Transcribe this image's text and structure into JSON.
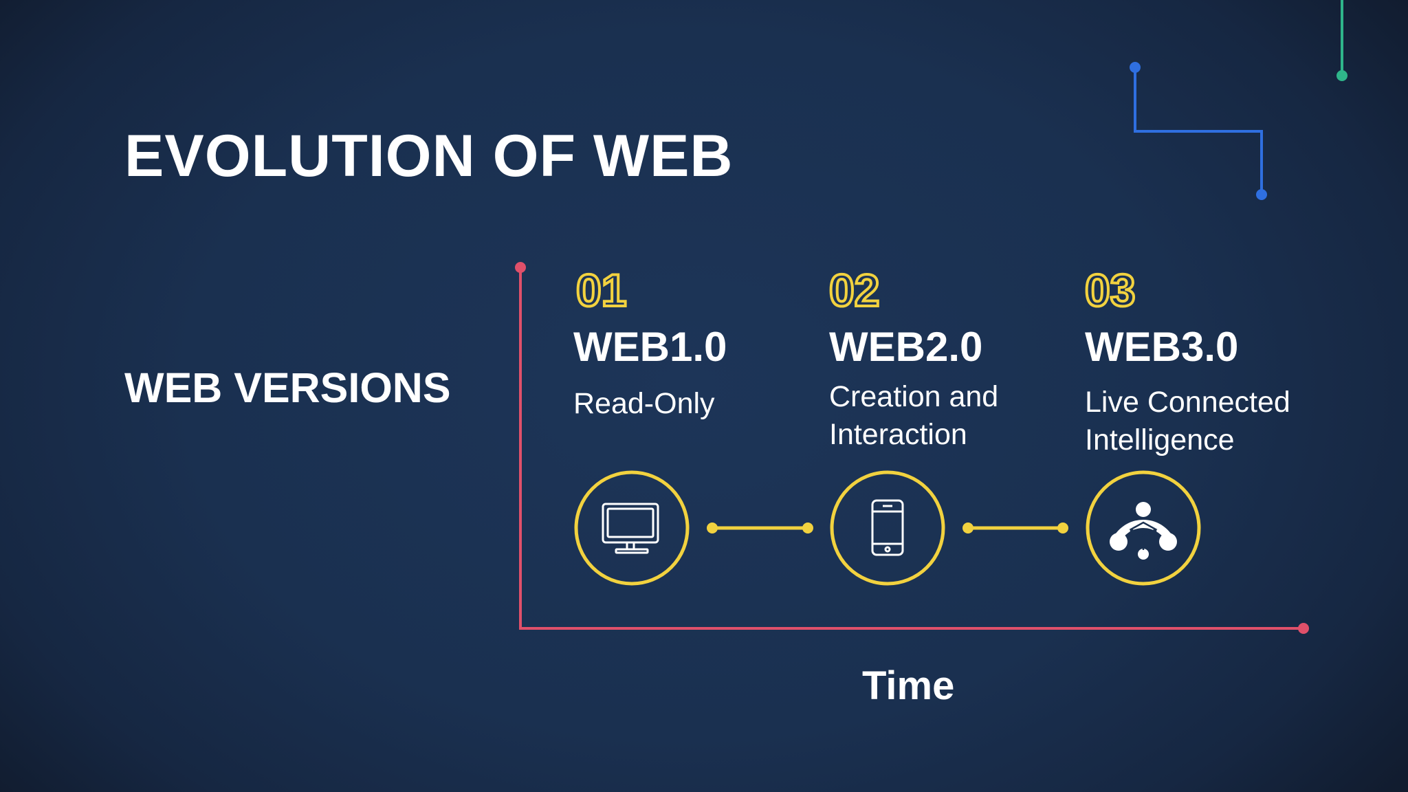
{
  "title": "EVOLUTION OF WEB",
  "subtitle": "WEB VERSIONS",
  "axis_label": "Time",
  "versions": [
    {
      "number": "01",
      "name": "WEB1.0",
      "description": [
        "Read-Only"
      ],
      "icon": "monitor-icon"
    },
    {
      "number": "02",
      "name": "WEB2.0",
      "description": [
        "Creation and",
        "Interaction"
      ],
      "icon": "smartphone-icon"
    },
    {
      "number": "03",
      "name": "WEB3.0",
      "description": [
        "Live Connected",
        "Intelligence"
      ],
      "icon": "network-nodes-icon"
    }
  ],
  "colors": {
    "background": "#1a3050",
    "accent_yellow": "#f2d23f",
    "axis_pink": "#e0506a",
    "circuit_blue": "#2f6fe0",
    "circuit_green": "#2fb58a",
    "text": "#ffffff"
  }
}
